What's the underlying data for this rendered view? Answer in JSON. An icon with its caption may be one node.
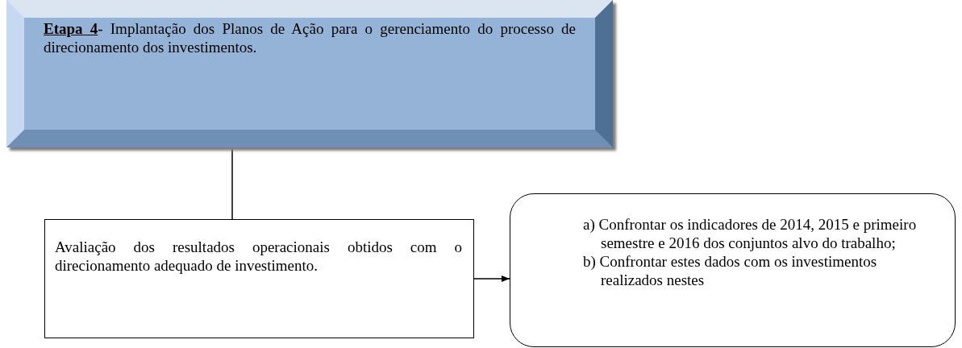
{
  "diagram": {
    "nodes": [
      {
        "text": [
          "**Etapa 4**- Implantação dos Planos de Ação para o gerenciamento do processo de direcionamento dos investimentos."
        ]
      },
      {
        "text": [
          "Avaliação dos resultados operacionais obtidos com o direcionamento adequado de investimento."
        ]
      },
      {
        "text": [
          "a) Confrontar os indicadores de 2014, 2015 e primeiro semestre e 2016 dos conjuntos alvo do trabalho;",
          "b) Confrontar estes dados com os investimentos realizados nestes"
        ]
      }
    ],
    "edges": [
      {
        "from": 0,
        "to": 1,
        "arrow": "none"
      },
      {
        "from": 1,
        "to": 2,
        "arrow": "to"
      }
    ]
  }
}
